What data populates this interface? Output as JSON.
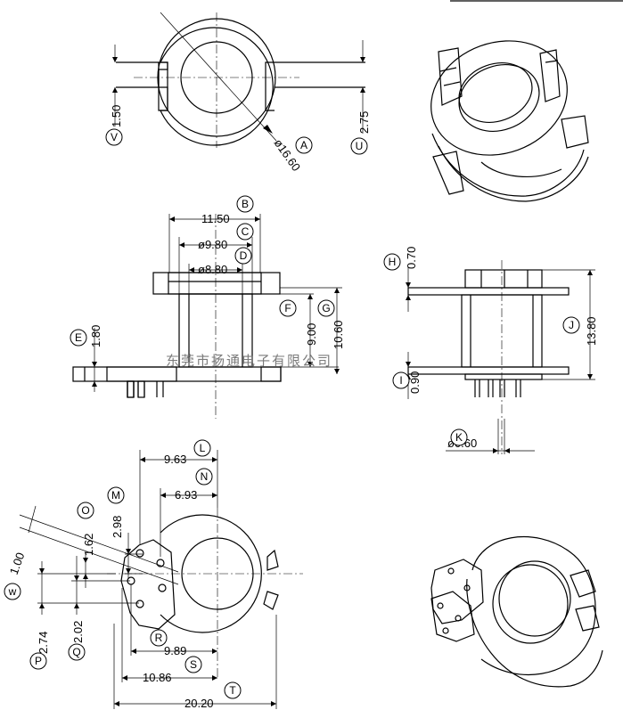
{
  "dimensions": {
    "A": "ø16.60",
    "B": "11.50",
    "C": "ø9.80",
    "D": "ø8.80",
    "E": "1.80",
    "F": "9.00",
    "G": "10.60",
    "H": "0.70",
    "I": "0.90",
    "J": "13.80",
    "K": "ø0.60",
    "L": "9.63",
    "M": "2.98",
    "N": "6.93",
    "O": "1.62",
    "P": "2.74",
    "Q": "2.02",
    "R": "9.89",
    "S": "10.86",
    "T": "20.20",
    "U": "2.75",
    "V": "1.50",
    "W": "1.00"
  },
  "labels": {
    "A": "A",
    "B": "B",
    "C": "C",
    "D": "D",
    "E": "E",
    "F": "F",
    "G": "G",
    "H": "H",
    "I": "I",
    "J": "J",
    "K": "K",
    "L": "L",
    "M": "M",
    "N": "N",
    "O": "O",
    "P": "P",
    "Q": "Q",
    "R": "R",
    "S": "S",
    "T": "T",
    "U": "U",
    "V": "V",
    "W": "w"
  },
  "watermark": "东莞市扬通电子有限公司"
}
